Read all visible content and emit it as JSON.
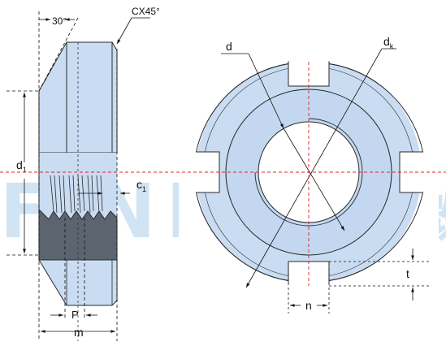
{
  "watermark": {
    "latin": "FINESZ",
    "cjk": "紧微",
    "color": "#5aa0d8"
  },
  "side_view": {
    "labels": {
      "angle": "30°",
      "chamfer": "CX45°",
      "d1_main": "d",
      "d1_sub": "1",
      "c1_main": "c",
      "c1_sub": "1",
      "pitch": "P",
      "length": "m"
    }
  },
  "front_view": {
    "labels": {
      "d": "d",
      "dk_main": "d",
      "dk_sub": "k",
      "t": "t",
      "n": "n"
    }
  },
  "colors": {
    "body_fill": "#c9dcf2",
    "body_fill_dark": "#b5cde9",
    "thread_fill": "#5c6470",
    "outline": "#2a2a2a",
    "centerline": "#e0202a",
    "dimension": "#111111"
  }
}
